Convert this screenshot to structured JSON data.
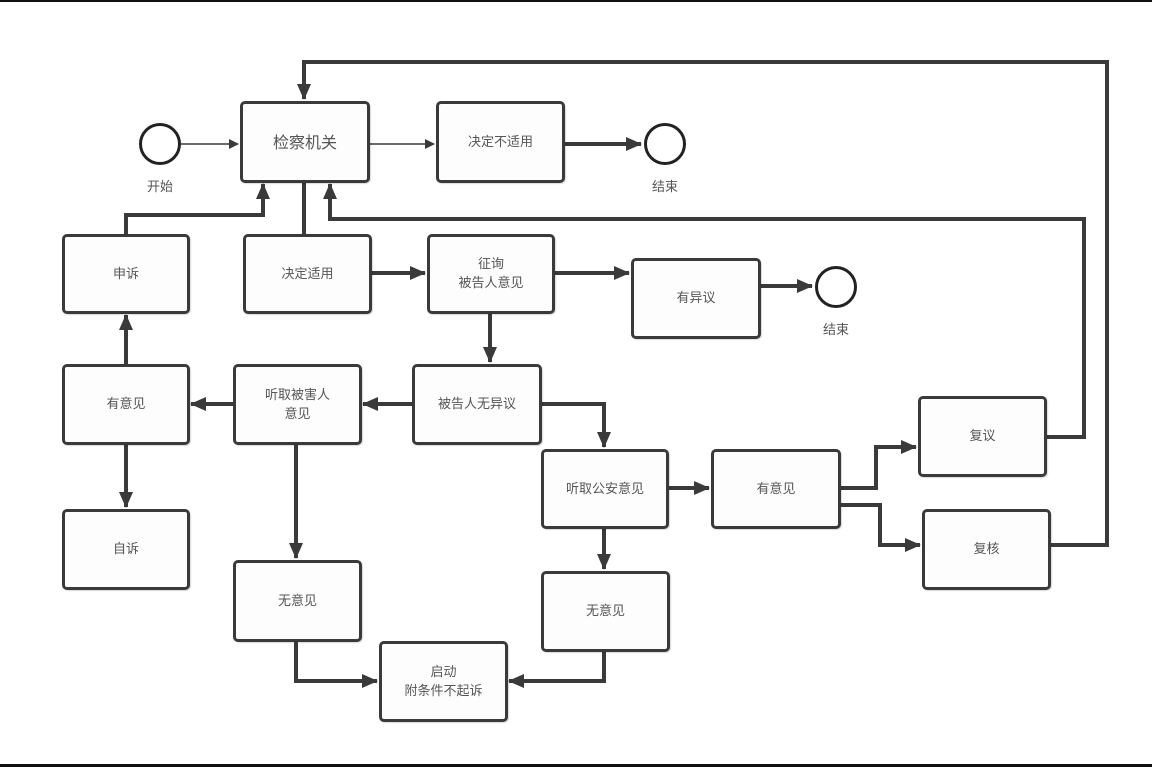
{
  "diagram": {
    "title": "",
    "events": {
      "start": {
        "label": "开始"
      },
      "end_1": {
        "label": "结束"
      },
      "end_2": {
        "label": "结束"
      }
    },
    "nodes": {
      "procuratorate": {
        "label": "检察机关"
      },
      "decide_not_apply": {
        "label": "决定不适用"
      },
      "decide_apply": {
        "label": "决定适用"
      },
      "consult_defendant": {
        "label": "征询\n被告人意见"
      },
      "has_objection": {
        "label": "有异议"
      },
      "appeal": {
        "label": "申诉"
      },
      "victim_has_opinion": {
        "label": "有意见"
      },
      "hear_victim": {
        "label": "听取被害人\n意见"
      },
      "defendant_no_objection": {
        "label": "被告人无异议"
      },
      "hear_police": {
        "label": "听取公安意见"
      },
      "police_has_opinion": {
        "label": "有意见"
      },
      "reconsideration": {
        "label": "复议"
      },
      "review": {
        "label": "复核"
      },
      "private_prosecution": {
        "label": "自诉"
      },
      "victim_no_opinion": {
        "label": "无意见"
      },
      "police_no_opinion": {
        "label": "无意见"
      },
      "start_conditional_non_prosecution": {
        "label": "启动\n附条件不起诉"
      }
    },
    "edges": [
      {
        "from": "start",
        "to": "procuratorate"
      },
      {
        "from": "procuratorate",
        "to": "decide_not_apply"
      },
      {
        "from": "decide_not_apply",
        "to": "end_1"
      },
      {
        "from": "procuratorate",
        "to": "decide_apply"
      },
      {
        "from": "decide_apply",
        "to": "consult_defendant"
      },
      {
        "from": "consult_defendant",
        "to": "has_objection"
      },
      {
        "from": "has_objection",
        "to": "end_2"
      },
      {
        "from": "consult_defendant",
        "to": "defendant_no_objection"
      },
      {
        "from": "defendant_no_objection",
        "to": "hear_victim"
      },
      {
        "from": "hear_victim",
        "to": "victim_has_opinion"
      },
      {
        "from": "victim_has_opinion",
        "to": "appeal"
      },
      {
        "from": "appeal",
        "to": "procuratorate"
      },
      {
        "from": "victim_has_opinion",
        "to": "private_prosecution"
      },
      {
        "from": "hear_victim",
        "to": "victim_no_opinion"
      },
      {
        "from": "victim_no_opinion",
        "to": "start_conditional_non_prosecution"
      },
      {
        "from": "defendant_no_objection",
        "to": "hear_police"
      },
      {
        "from": "hear_police",
        "to": "police_has_opinion"
      },
      {
        "from": "police_has_opinion",
        "to": "reconsideration"
      },
      {
        "from": "police_has_opinion",
        "to": "review"
      },
      {
        "from": "reconsideration",
        "to": "procuratorate"
      },
      {
        "from": "review",
        "to": "procuratorate"
      },
      {
        "from": "hear_police",
        "to": "police_no_opinion"
      },
      {
        "from": "police_no_opinion",
        "to": "start_conditional_non_prosecution"
      }
    ]
  }
}
